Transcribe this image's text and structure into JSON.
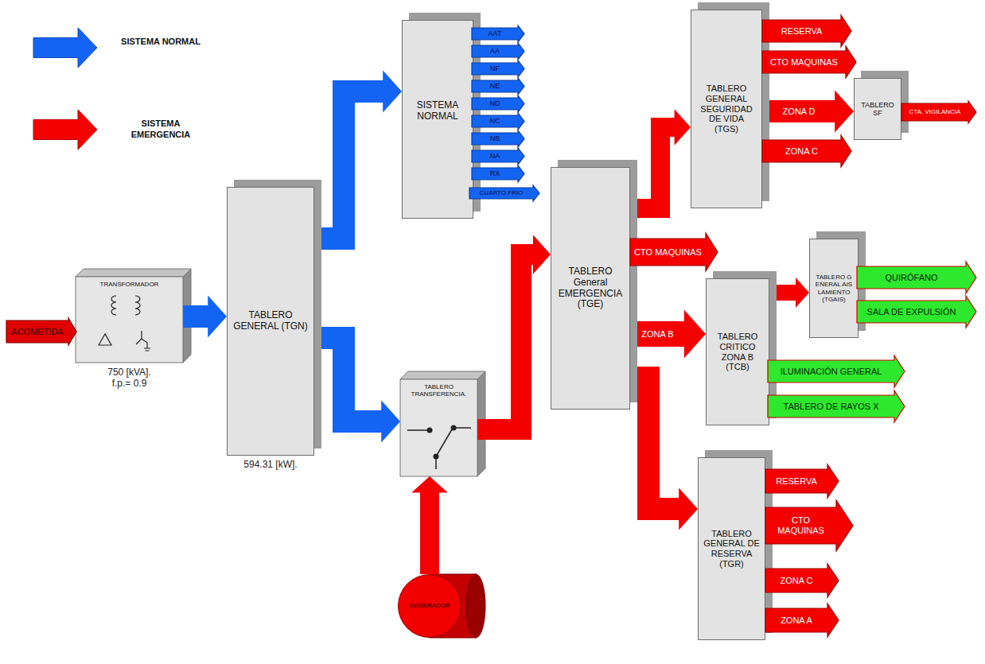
{
  "diagram": {
    "nodes": [
      {
        "text": [
          "ACOMETIDA"
        ]
      },
      {
        "text": [
          "TRANSFORMADOR",
          "750 [kVA]. f.p.= 0.9"
        ]
      },
      {
        "text": [
          "TABLERO GENERAL (TGN)",
          "594.31 [kW]."
        ]
      },
      {
        "text": [
          "SISTEMA NORMAL"
        ]
      },
      {
        "text": [
          "AAT"
        ]
      },
      {
        "text": [
          "AA"
        ]
      },
      {
        "text": [
          "NF"
        ]
      },
      {
        "text": [
          "NE"
        ]
      },
      {
        "text": [
          "ND"
        ]
      },
      {
        "text": [
          "NC"
        ]
      },
      {
        "text": [
          "NB"
        ]
      },
      {
        "text": [
          "NA"
        ]
      },
      {
        "text": [
          "RX"
        ]
      },
      {
        "text": [
          "CUARTO FRIO"
        ]
      },
      {
        "text": [
          "TABLERO TRANSFERENCIA."
        ]
      },
      {
        "text": [
          "GENERADOR"
        ]
      },
      {
        "text": [
          "TABLERO General EMERGENCIA (TGE)"
        ]
      },
      {
        "text": [
          "CTO MAQUINAS"
        ]
      },
      {
        "text": [
          "TABLERO GENERAL SEGURIDAD DE VIDA (TGS)"
        ]
      },
      {
        "text": [
          "RESERVA"
        ]
      },
      {
        "text": [
          "CTO MAQUINAS"
        ]
      },
      {
        "text": [
          "ZONA C"
        ]
      },
      {
        "text": [
          "TABLERO SF"
        ]
      },
      {
        "text": [
          "CTA. VIGILANCIA"
        ]
      },
      {
        "text": [
          "TABLERO CRITICO ZONA B (TCB)"
        ]
      },
      {
        "text": [
          "TABLERO GENERAL AISLAMIENTO (TGAIS)"
        ]
      },
      {
        "text": [
          "QUIRÓFANO"
        ]
      },
      {
        "text": [
          "SALA DE EXPULSIÓN"
        ]
      },
      {
        "text": [
          "ILUMINACIÓN GENERAL"
        ]
      },
      {
        "text": [
          "TABLERO DE RAYOS X"
        ]
      },
      {
        "text": [
          "TABLERO GENERAL DE RESERVA (TGR)"
        ]
      },
      {
        "text": [
          "RESERVA"
        ]
      },
      {
        "text": [
          "CTO MAQUINAS"
        ]
      },
      {
        "text": [
          "ZONA C"
        ]
      },
      {
        "text": [
          "ZONA A"
        ]
      }
    ],
    "edges": [
      {
        "from": 1,
        "to": 2,
        "arrow": "to"
      },
      {
        "from": 2,
        "to": 3,
        "arrow": "to"
      },
      {
        "from": 2,
        "to": 14,
        "arrow": "to"
      },
      {
        "from": 15,
        "to": 14,
        "arrow": "to"
      },
      {
        "from": 14,
        "to": 16,
        "arrow": "to"
      },
      {
        "from": 16,
        "to": 18,
        "arrow": "to"
      },
      {
        "from": 18,
        "to": 22,
        "label": "ZONA D",
        "arrow": "to"
      },
      {
        "from": 16,
        "to": 24,
        "label": "ZONA B",
        "arrow": "to"
      },
      {
        "from": 24,
        "to": 25,
        "arrow": "to"
      },
      {
        "from": 16,
        "to": 30,
        "arrow": "to"
      }
    ],
    "legend": [
      {
        "text": "SISTEMA NORMAL",
        "color": "#1464f4"
      },
      {
        "text": "SISTEMA EMERGENCIA",
        "color": "#f40000"
      }
    ]
  }
}
